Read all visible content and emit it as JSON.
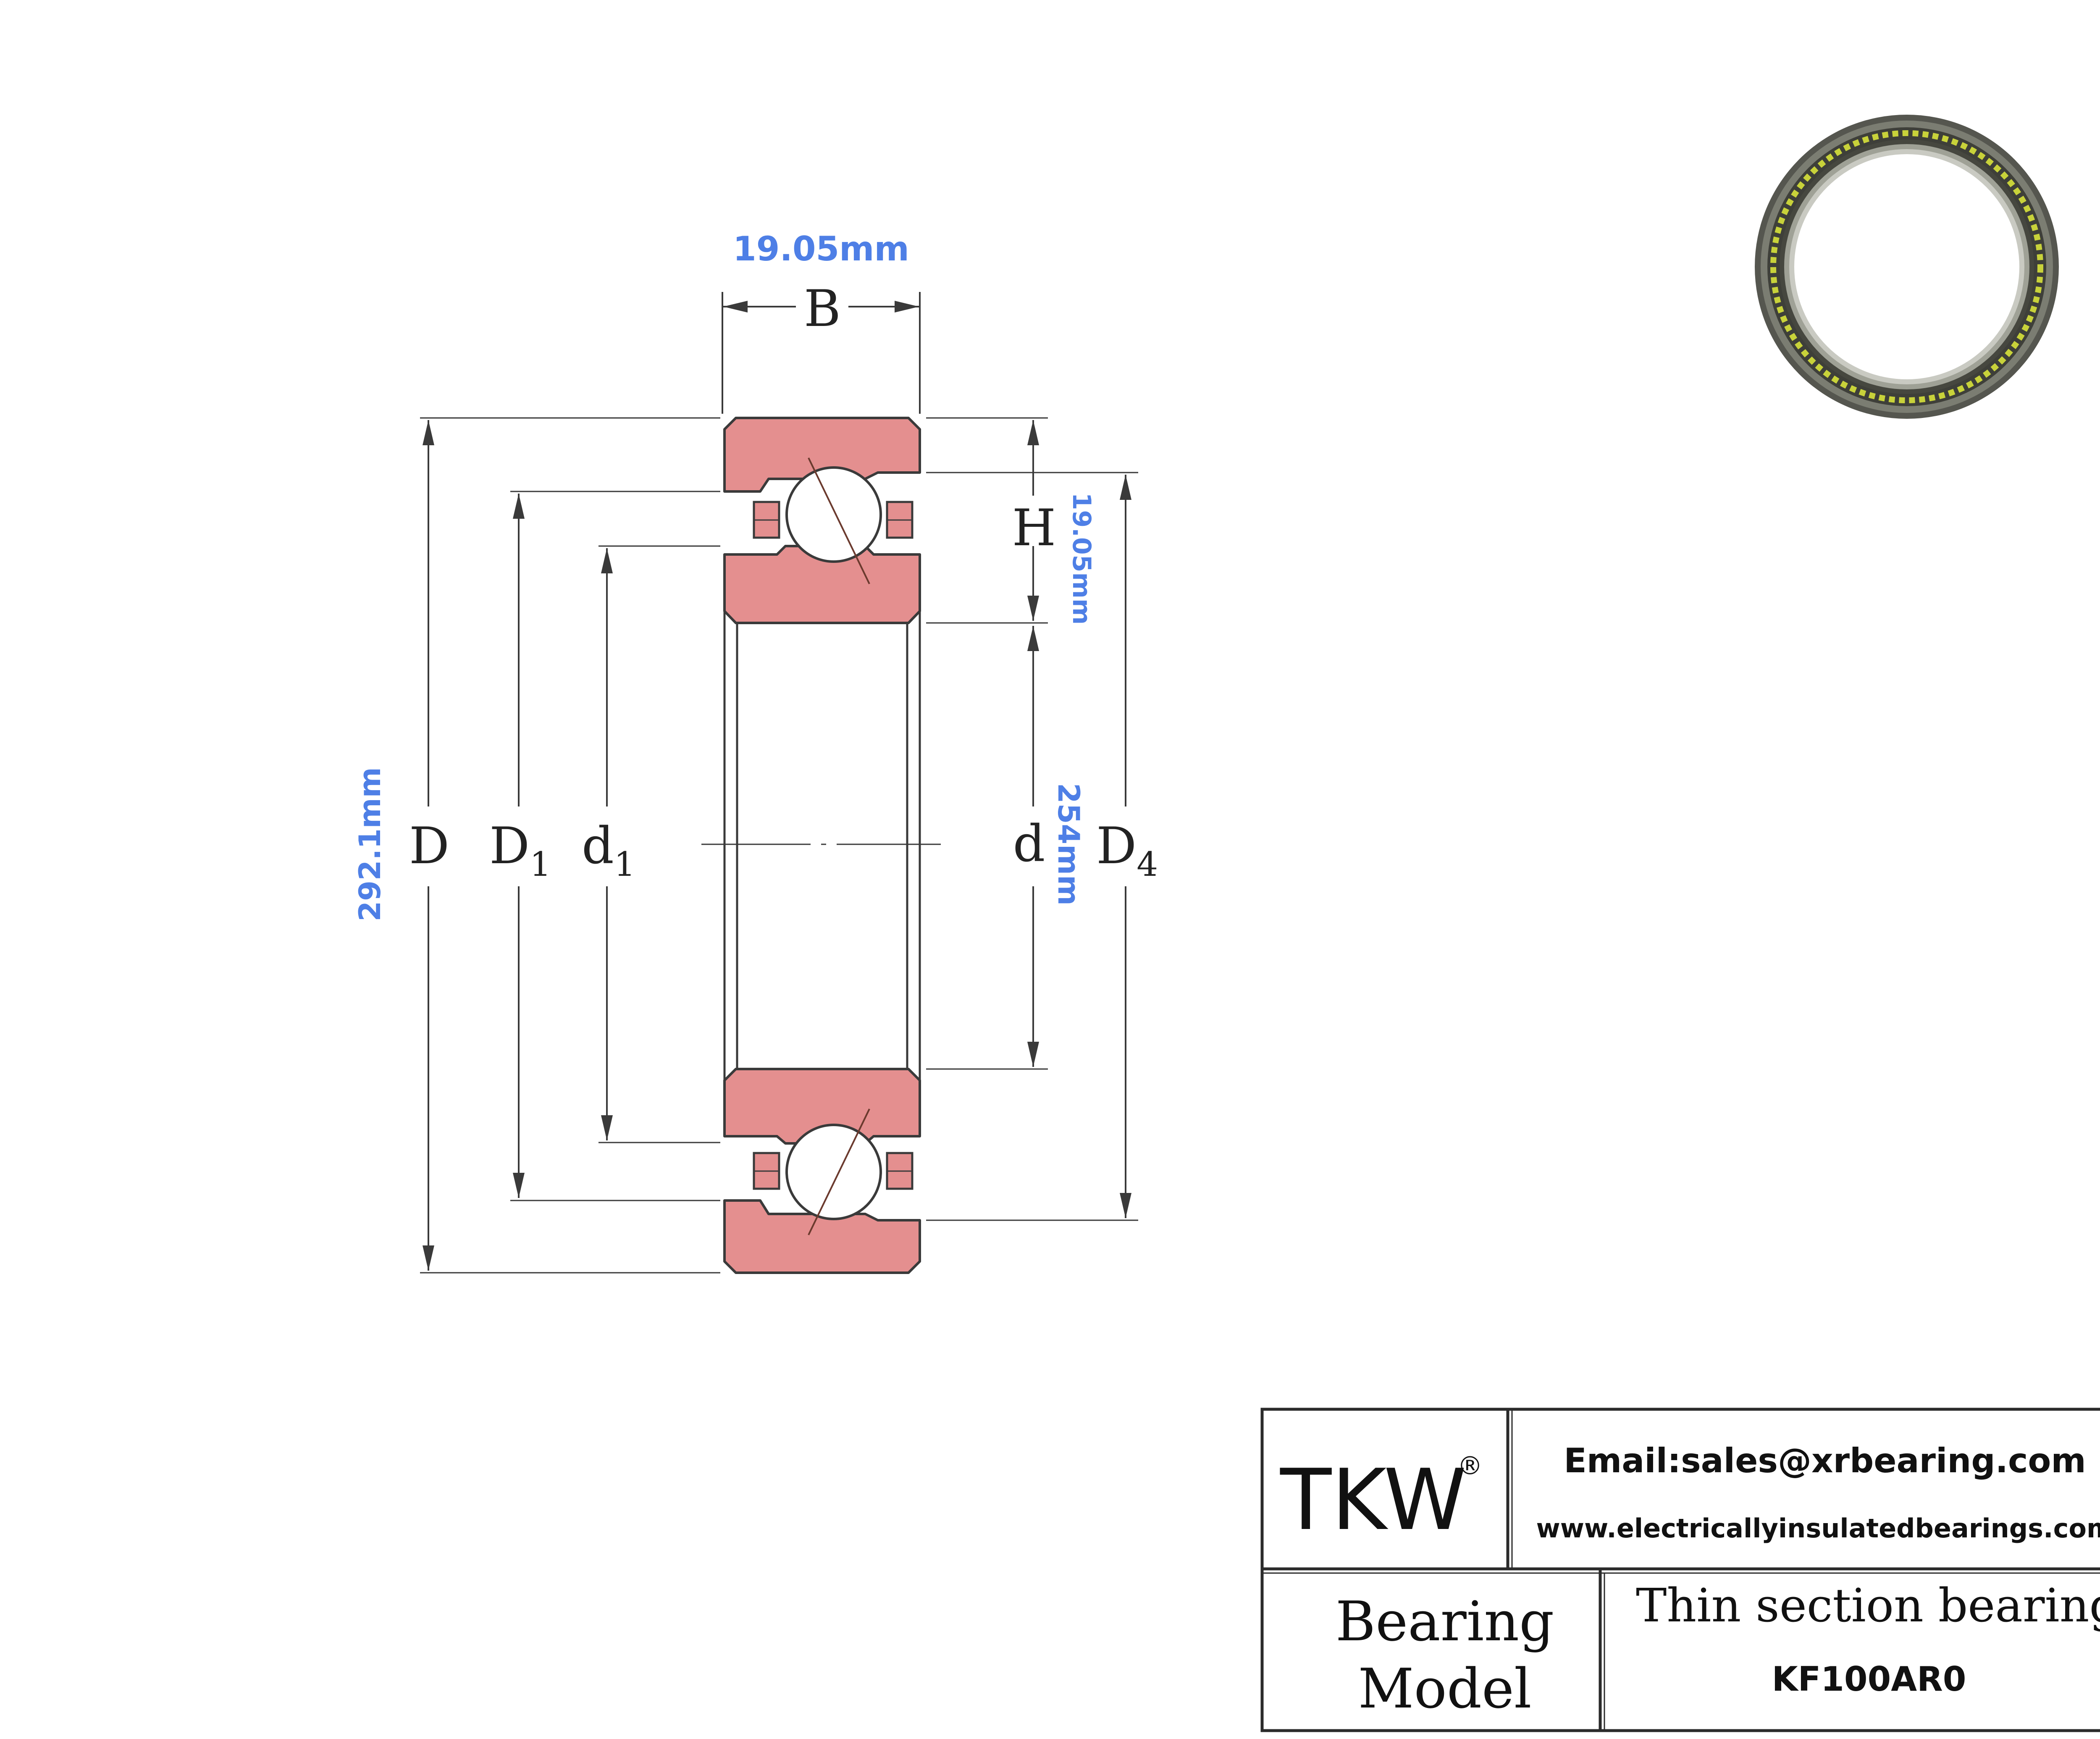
{
  "drawing": {
    "labels": {
      "B": "B",
      "H": "H",
      "D": "D",
      "D1_main": "D",
      "D1_sub": "1",
      "d1_main": "d",
      "d1_sub": "1",
      "d": "d",
      "D4_main": "D",
      "D4_sub": "4"
    },
    "dimensions": {
      "width_B": "19.05mm",
      "height_H": "19.05mm",
      "outer_D": "292.1mm",
      "bore_d": "254mm"
    },
    "colors": {
      "ring": "#e48f8f",
      "line": "#3a3a3a",
      "dimension_text": "#4e7fe6",
      "photo_ball": "#c8d23a"
    }
  },
  "title_block": {
    "brand": "TKW",
    "registered": "®",
    "email": "Email:sales@xrbearing.com",
    "website": "www.electricallyinsulatedbearings.com",
    "label_line1": "Bearing",
    "label_line2": "Model",
    "bearing_type": "Thin section bearing",
    "model_number": "KF100AR0"
  }
}
